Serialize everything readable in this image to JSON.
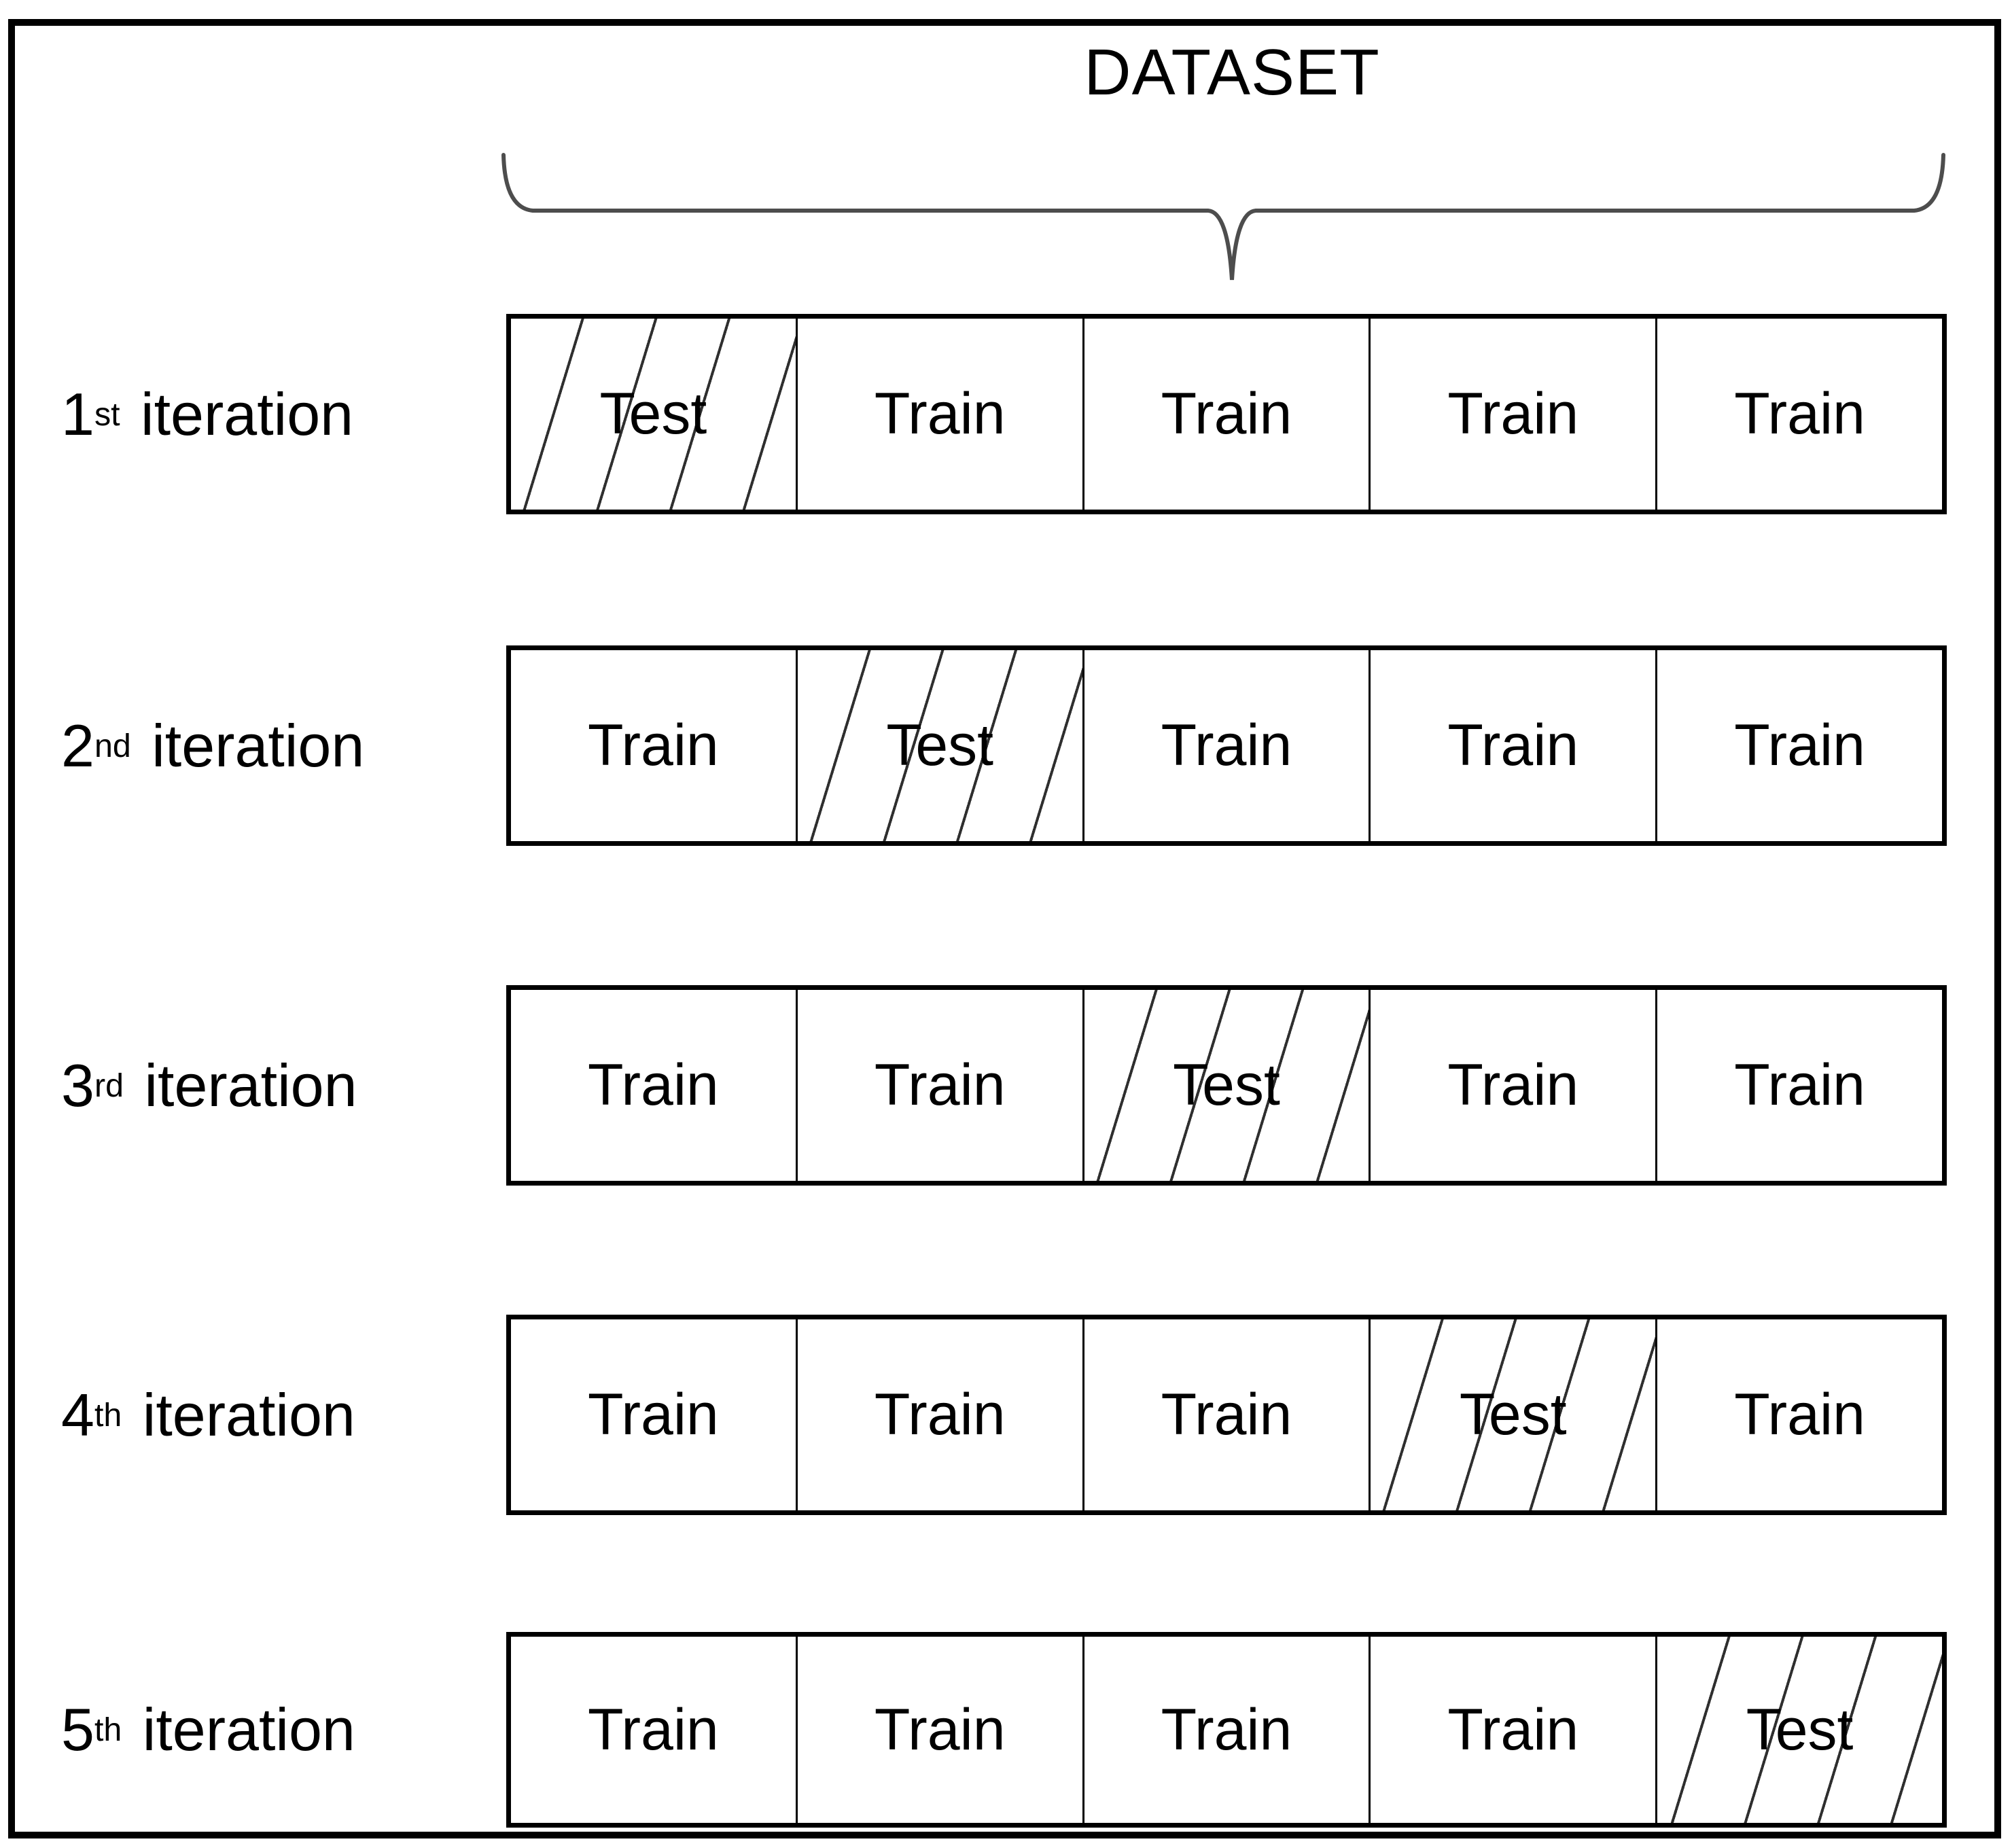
{
  "title": "DATASET",
  "colors": {
    "background": "#ffffff",
    "text": "#000000",
    "frame": "#000000",
    "cell_border": "#000000",
    "hatch_line": "#2f2f2f",
    "brace": "#4d4d4d"
  },
  "folds": 5,
  "iterations": [
    {
      "number": "1",
      "ordinal": "st",
      "word": "iteration",
      "cells": [
        "Test",
        "Train",
        "Train",
        "Train",
        "Train"
      ]
    },
    {
      "number": "2",
      "ordinal": "nd",
      "word": "iteration",
      "cells": [
        "Train",
        "Test",
        "Train",
        "Train",
        "Train"
      ]
    },
    {
      "number": "3",
      "ordinal": "rd",
      "word": "iteration",
      "cells": [
        "Train",
        "Train",
        "Test",
        "Train",
        "Train"
      ]
    },
    {
      "number": "4",
      "ordinal": "th",
      "word": "iteration",
      "cells": [
        "Train",
        "Train",
        "Train",
        "Test",
        "Train"
      ]
    },
    {
      "number": "5",
      "ordinal": "th",
      "word": "iteration",
      "cells": [
        "Train",
        "Train",
        "Train",
        "Train",
        "Test"
      ]
    }
  ]
}
